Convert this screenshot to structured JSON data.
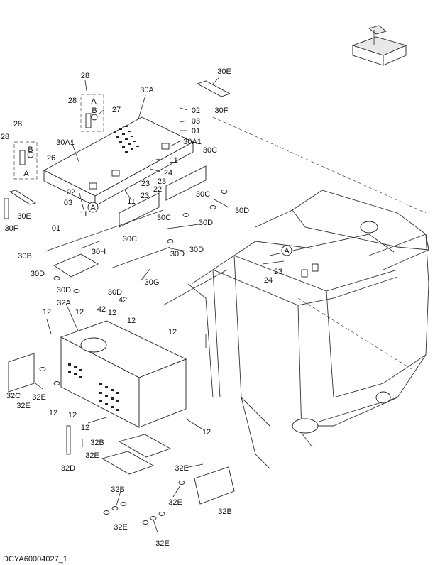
{
  "diagram": {
    "drawing_code": "DCYA60004027_1",
    "callouts": {
      "c28a": "28",
      "c30a": "30A",
      "c30e_top": "30E",
      "c28b": "28",
      "c27": "27",
      "cA_top": "A",
      "cB_top": "B",
      "c02a": "02",
      "c30f_top": "30F",
      "c03a": "03",
      "c01a": "01",
      "c28c": "28",
      "c28d": "28",
      "cB_left": "B",
      "cA_left": "A",
      "c26": "26",
      "c30a1a": "30A1",
      "c30a1b": "30A1",
      "c30c_a": "30C",
      "c11a": "11",
      "c24a": "24",
      "c23a": "23",
      "c22": "22",
      "c23b": "23",
      "c23c": "23",
      "c02b": "02",
      "c03b": "03",
      "c11b": "11",
      "c11c": "11",
      "cA_circ": "A",
      "c30e_left": "30E",
      "c30f_left": "30F",
      "c01b": "01",
      "c30c_b": "30C",
      "c30d_a": "30D",
      "c30c_c": "30C",
      "c30d_b": "30D",
      "c30c_d": "30C",
      "c30d_c": "30D",
      "c30h": "30H",
      "c30b": "30B",
      "c30d_d": "30D",
      "c30g": "30G",
      "c30d_e": "30D",
      "c30d_f": "30D",
      "cA_frame": "A",
      "c23d": "23",
      "c24b": "24",
      "c12a": "12",
      "c32a": "32A",
      "c12b": "12",
      "c42a": "42",
      "c42b": "42",
      "c12c": "12",
      "c12d": "12",
      "c12e": "12",
      "c32c": "32C",
      "c32e_a": "32E",
      "c32e_b": "32E",
      "c12f": "12",
      "c12g": "12",
      "c12h": "12",
      "c12i": "12",
      "c32b_a": "32B",
      "c32e_c": "32E",
      "c32d": "32D",
      "c32e_d": "32E",
      "c32b_b": "32B",
      "c32e_e": "32E",
      "c32b_c": "32B",
      "c32e_f": "32E",
      "c32e_g": "32E"
    }
  }
}
